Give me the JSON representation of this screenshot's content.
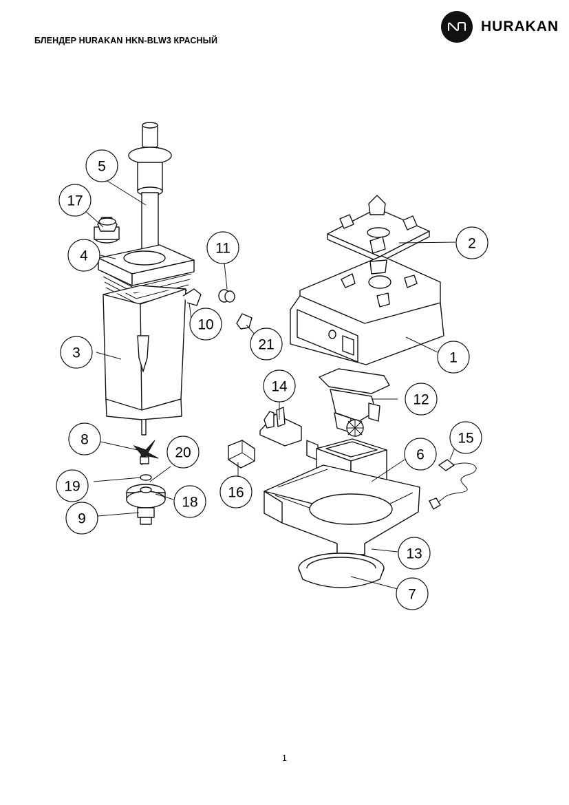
{
  "header": {
    "title": "БЛЕНДЕР HURAKAN HKN-BLW3 КРАСНЫЙ",
    "brand": "HURAKAN",
    "logo_icon": "hurakan-logo-icon"
  },
  "diagram": {
    "callouts": [
      "1",
      "2",
      "3",
      "4",
      "5",
      "6",
      "7",
      "8",
      "9",
      "10",
      "11",
      "12",
      "13",
      "14",
      "15",
      "16",
      "17",
      "18",
      "19",
      "20",
      "21"
    ]
  },
  "footer": {
    "page_number": "1"
  }
}
